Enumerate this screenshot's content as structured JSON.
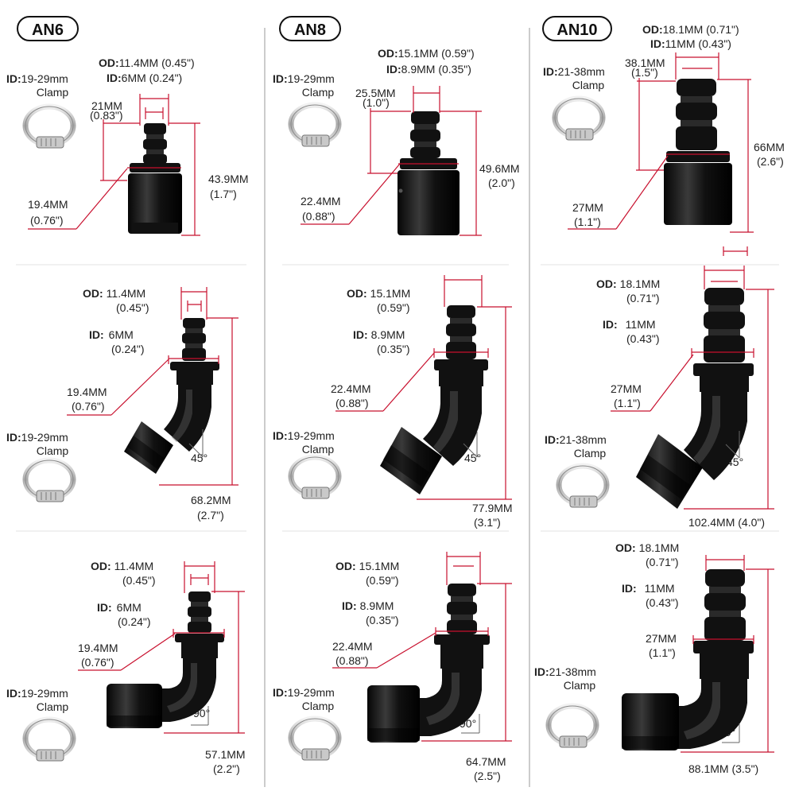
{
  "columns": [
    {
      "header": "AN6",
      "rows": [
        {
          "od_prefix": "OD:",
          "od_value": "11.4MM (0.45\")",
          "id_prefix": "ID:",
          "id_value": "6MM (0.24\")",
          "small_value": "21MM",
          "small_inch": "(0.83\")",
          "base_value": "19.4MM",
          "base_inch": "(0.76\")",
          "height_value": "43.9MM",
          "height_inch": "(1.7\")",
          "clamp_prefix": "ID:",
          "clamp_range": "19-29mm",
          "clamp_word": "Clamp"
        },
        {
          "od_prefix": "OD:",
          "od_value": "11.4MM",
          "od_inch": "(0.45\")",
          "id_prefix": "ID:",
          "id_value": "6MM",
          "id_inch": "(0.24\")",
          "base_value": "19.4MM",
          "base_inch": "(0.76\")",
          "angle": "45°",
          "height_value": "68.2MM",
          "height_inch": "(2.7\")",
          "clamp_prefix": "ID:",
          "clamp_range": "19-29mm",
          "clamp_word": "Clamp"
        },
        {
          "od_prefix": "OD:",
          "od_value": "11.4MM",
          "od_inch": "(0.45\")",
          "id_prefix": "ID:",
          "id_value": "6MM",
          "id_inch": "(0.24\")",
          "base_value": "19.4MM",
          "base_inch": "(0.76\")",
          "angle": "90°",
          "height_value": "57.1MM",
          "height_inch": "(2.2\")",
          "clamp_prefix": "ID:",
          "clamp_range": "19-29mm",
          "clamp_word": "Clamp"
        }
      ]
    },
    {
      "header": "AN8",
      "rows": [
        {
          "od_prefix": "OD:",
          "od_value": "15.1MM (0.59\")",
          "id_prefix": "ID:",
          "id_value": "8.9MM (0.35\")",
          "small_value": "25.5MM",
          "small_inch": "(1.0\")",
          "base_value": "22.4MM",
          "base_inch": "(0.88\")",
          "height_value": "49.6MM",
          "height_inch": "(2.0\")",
          "clamp_prefix": "ID:",
          "clamp_range": "19-29mm",
          "clamp_word": "Clamp"
        },
        {
          "od_prefix": "OD:",
          "od_value": "15.1MM",
          "od_inch": "(0.59\")",
          "id_prefix": "ID:",
          "id_value": "8.9MM",
          "id_inch": "(0.35\")",
          "base_value": "22.4MM",
          "base_inch": "(0.88\")",
          "angle": "45°",
          "height_value": "77.9MM",
          "height_inch": "(3.1\")",
          "clamp_prefix": "ID:",
          "clamp_range": "19-29mm",
          "clamp_word": "Clamp"
        },
        {
          "od_prefix": "OD:",
          "od_value": "15.1MM",
          "od_inch": "(0.59\")",
          "id_prefix": "ID:",
          "id_value": "8.9MM",
          "id_inch": "(0.35\")",
          "base_value": "22.4MM",
          "base_inch": "(0.88\")",
          "angle": "90°",
          "height_value": "64.7MM",
          "height_inch": "(2.5\")",
          "clamp_prefix": "ID:",
          "clamp_range": "19-29mm",
          "clamp_word": "Clamp"
        }
      ]
    },
    {
      "header": "AN10",
      "rows": [
        {
          "od_prefix": "OD:",
          "od_value": "18.1MM (0.71\")",
          "id_prefix": "ID:",
          "id_value": "11MM (0.43\")",
          "small_value": "38.1MM",
          "small_inch": "(1.5\")",
          "base_value": "27MM",
          "base_inch": "(1.1\")",
          "height_value": "66MM",
          "height_inch": "(2.6\")",
          "clamp_prefix": "ID:",
          "clamp_range": "21-38mm",
          "clamp_word": "Clamp"
        },
        {
          "od_prefix": "OD:",
          "od_value": "18.1MM",
          "od_inch": "(0.71\")",
          "id_prefix": "ID:",
          "id_value": "11MM",
          "id_inch": "(0.43\")",
          "base_value": "27MM",
          "base_inch": "(1.1\")",
          "angle": "45°",
          "height_value": "102.4MM (4.0\")",
          "clamp_prefix": "ID:",
          "clamp_range": "21-38mm",
          "clamp_word": "Clamp"
        },
        {
          "od_prefix": "OD:",
          "od_value": "18.1MM",
          "od_inch": "(0.71\")",
          "id_prefix": "ID:",
          "id_value": "11MM",
          "id_inch": "(0.43\")",
          "base_value": "27MM",
          "base_inch": "(1.1\")",
          "angle": "90°",
          "height_value": "88.1MM (3.5\")",
          "clamp_prefix": "ID:",
          "clamp_range": "21-38mm",
          "clamp_word": "Clamp"
        }
      ]
    }
  ],
  "colors": {
    "dimension_line": "#c8102e",
    "fitting": "#111111",
    "clamp": "#b8b8b8"
  },
  "icons": {
    "fitting": "hose-fitting-icon",
    "clamp": "hose-clamp-icon"
  }
}
